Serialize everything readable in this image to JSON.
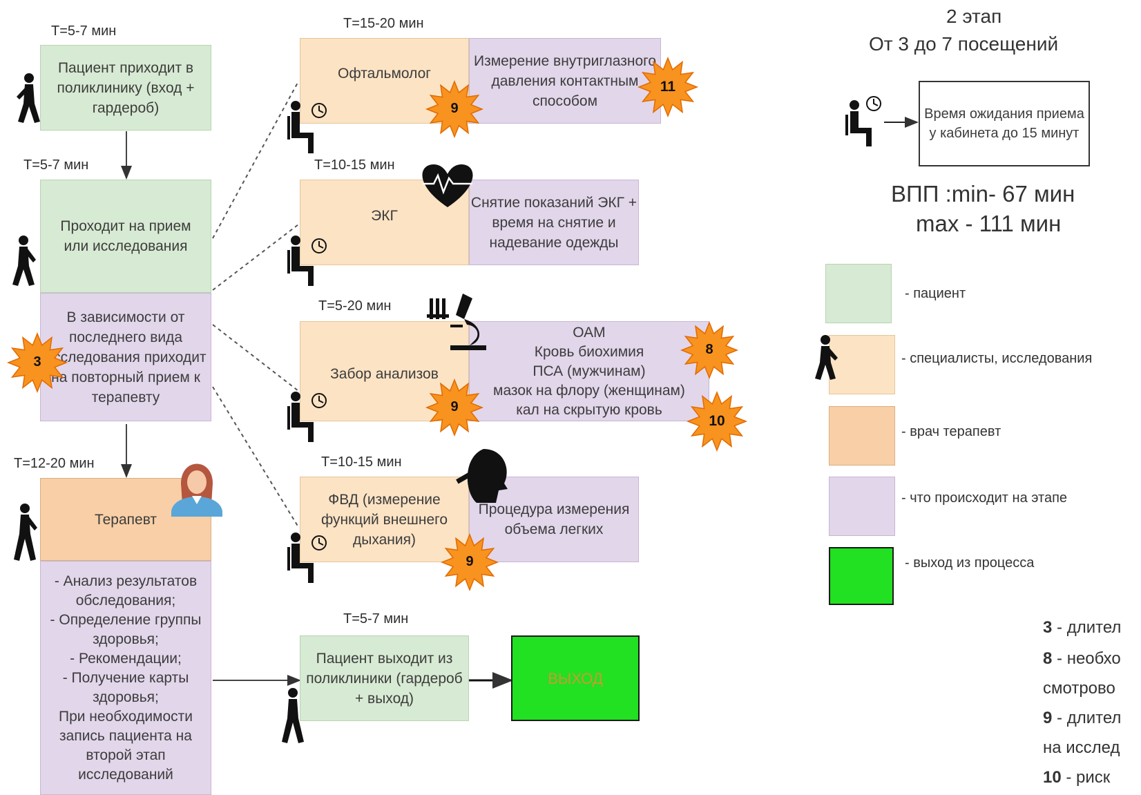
{
  "header": {
    "stage_title": "2 этап",
    "stage_visits": "От 3 до 7 посещений",
    "wait_text": "Время ожидания приема   у кабинета до 15 минут",
    "vpp_line1": "ВПП :min- 67 мин",
    "vpp_line2": "max - 111 мин"
  },
  "left_column": {
    "t1": "T=5-7 мин",
    "box1": "Пациент приходит в поликлинику (вход + гардероб)",
    "t2": "T=5-7 мин",
    "box2": "Проходит на прием или исследования",
    "box2_detail": "В зависимости от последнего вида исследования приходит на повторный прием к терапевту",
    "t3": "T=12-20 мин",
    "box3": "Терапевт",
    "box3_detail": "- Анализ результатов обследования;\n- Определение группы здоровья;\n- Рекомендации;\n-  Получение карты здоровья;\nПри необходимости запись пациента на второй этап исследований"
  },
  "procedures": [
    {
      "time": "T=15-20 мин",
      "name": "Офтальмолог",
      "detail": "Измерение внутриглазного давления контактным способом"
    },
    {
      "time": "T=10-15 мин",
      "name": "ЭКГ",
      "detail": "Снятие показаний ЭКГ + время на снятие и надевание одежды"
    },
    {
      "time": "T=5-20 мин",
      "name": "Забор анализов",
      "detail": "ОАМ\nКровь биохимия\nПСА (мужчинам)\nмазок на флору (женщинам)\nкал на скрытую кровь"
    },
    {
      "time": "T=10-15 мин",
      "name": "ФВД (измерение функций внешнего дыхания)",
      "detail": "Процедура измерения объема легких"
    }
  ],
  "exit": {
    "time": "T=5-7 мин",
    "box": "Пациент выходит из поликлиники (гардероб + выход)",
    "final": "ВЫХОД"
  },
  "bursts": {
    "b3": "3",
    "b11": "11",
    "b9a": "9",
    "b8": "8",
    "b9b": "9",
    "b10": "10",
    "b9c": "9"
  },
  "legend": {
    "items": [
      {
        "label": "- пациент",
        "color": "#d7ead3"
      },
      {
        "label": "- специалисты, исследования",
        "color": "#fce3c4"
      },
      {
        "label": "- врач терапевт",
        "color": "#f8cfa6"
      },
      {
        "label": "- что происходит на этапе",
        "color": "#e2d6ea"
      },
      {
        "label": "- выход из процесса",
        "color": "#22e022"
      }
    ]
  },
  "notes": [
    {
      "num": "3",
      "text": " - длител"
    },
    {
      "num": "8",
      "text": " - необхо"
    },
    {
      "num": "",
      "text": "смотрово"
    },
    {
      "num": "9",
      "text": " - длител"
    },
    {
      "num": "",
      "text": "на исслед"
    },
    {
      "num": "10",
      "text": " - риск"
    }
  ],
  "colors": {
    "burst_fill": "#f7931e",
    "burst_stroke": "#e26a00"
  }
}
